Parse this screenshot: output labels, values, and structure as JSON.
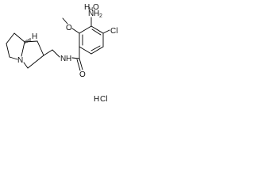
{
  "molecule": {
    "atom_labels": {
      "nh2_n": "N",
      "nh2_h": "H",
      "nh2_2": "2",
      "chlorine": "Cl",
      "amide_n": "N",
      "amide_h": "H",
      "amide_o": "O",
      "methoxy_o": "O",
      "stereo_h": "H",
      "ring_n": "N"
    },
    "counter_species": {
      "water_h1": "H",
      "water_h2": "H",
      "water_o": "O",
      "water_dash": "—",
      "hcl_cl": "Cl",
      "hcl_h": "H",
      "hcl_dash": "—"
    }
  }
}
